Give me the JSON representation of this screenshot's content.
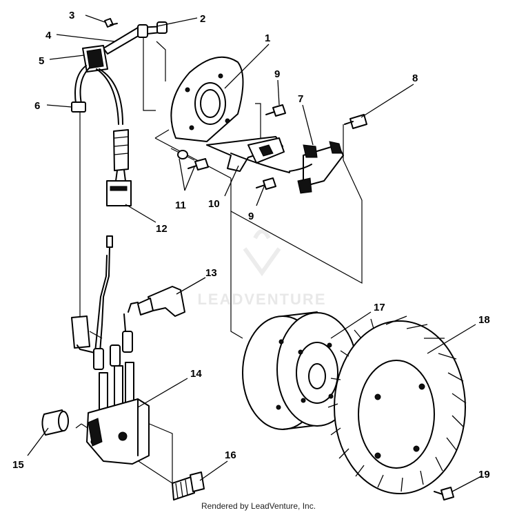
{
  "callouts": [
    {
      "id": "1",
      "label": "1"
    },
    {
      "id": "2",
      "label": "2"
    },
    {
      "id": "3",
      "label": "3"
    },
    {
      "id": "4",
      "label": "4"
    },
    {
      "id": "5",
      "label": "5"
    },
    {
      "id": "6",
      "label": "6"
    },
    {
      "id": "7",
      "label": "7"
    },
    {
      "id": "8",
      "label": "8"
    },
    {
      "id": "9a",
      "label": "9"
    },
    {
      "id": "9b",
      "label": "9"
    },
    {
      "id": "10",
      "label": "10"
    },
    {
      "id": "11",
      "label": "11"
    },
    {
      "id": "12",
      "label": "12"
    },
    {
      "id": "13",
      "label": "13"
    },
    {
      "id": "14",
      "label": "14"
    },
    {
      "id": "15",
      "label": "15"
    },
    {
      "id": "16",
      "label": "16"
    },
    {
      "id": "17",
      "label": "17"
    },
    {
      "id": "18",
      "label": "18"
    },
    {
      "id": "19",
      "label": "19"
    }
  ],
  "watermark": {
    "text": "LEADVENTURE"
  },
  "footer": {
    "credit": "Rendered by LeadVenture, Inc."
  }
}
